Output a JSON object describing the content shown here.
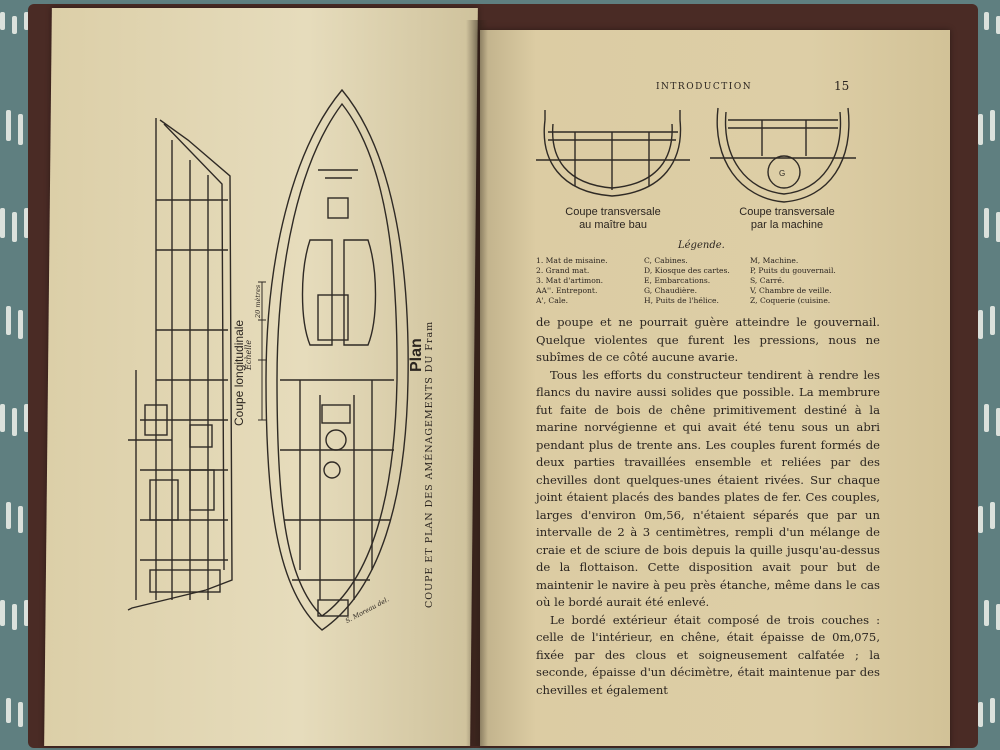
{
  "right_page": {
    "running_head": "INTRODUCTION",
    "page_number": "15",
    "caption_left_1": "Coupe transversale",
    "caption_left_2": "au maître bau",
    "caption_right_1": "Coupe transversale",
    "caption_right_2": "par la machine",
    "legend_title": "Légende.",
    "legend_items": [
      "1.  Mat de misaine.",
      "C,  Cabines.",
      "M,  Machine.",
      "2.  Grand mat.",
      "D,  Kiosque des cartes.",
      "P,  Puits du gouvernail.",
      "3.  Mat d'artimon.",
      "E,  Embarcations.",
      "S,  Carré.",
      "AA''. Entrepont.",
      "G,  Chaudière.",
      "V,  Chambre de veille.",
      "A',  Cale.",
      "H,  Puits de l'hélice.",
      "Z,  Coquerie (cuisine."
    ],
    "paragraphs": [
      "de poupe et ne pourrait guère atteindre le gouvernail. Quelque violentes que furent les pressions, nous ne subîmes de ce côté aucune avarie.",
      "Tous les efforts du constructeur tendirent à rendre les flancs du navire aussi solides que possible. La membrure fut faite de bois de chêne primitivement destiné à la marine norvégienne et qui avait été tenu sous un abri pendant plus de trente ans. Les couples furent formés de deux parties travaillées ensemble et reliées par des chevilles dont quelques-unes étaient rivées. Sur chaque joint étaient placés des bandes plates de fer. Ces couples, larges d'environ 0m,56, n'étaient séparés que par un intervalle de 2 à 3 centimètres, rempli d'un mélange de craie et de sciure de bois depuis la quille jusqu'au-dessus de la flottaison. Cette disposition avait pour but de maintenir le navire à peu près étanche, même dans le cas où le bordé aurait été enlevé.",
      "Le bordé extérieur était composé de trois couches : celle de l'intérieur, en chêne, était épaisse de 0m,075, fixée par des clous et soigneusement calfatée ; la seconde, épaisse d'un décimètre, était maintenue par des chevilles et également"
    ]
  },
  "left_page": {
    "label_longitudinal": "Coupe longitudinale",
    "label_scale": "Échelle",
    "label_scale_units": "20 mètres",
    "label_plan": "Plan",
    "label_side_title": "COUPE ET PLAN DES AMÉNAGEMENTS DU Fram",
    "label_signature": "S. Moreau del."
  }
}
